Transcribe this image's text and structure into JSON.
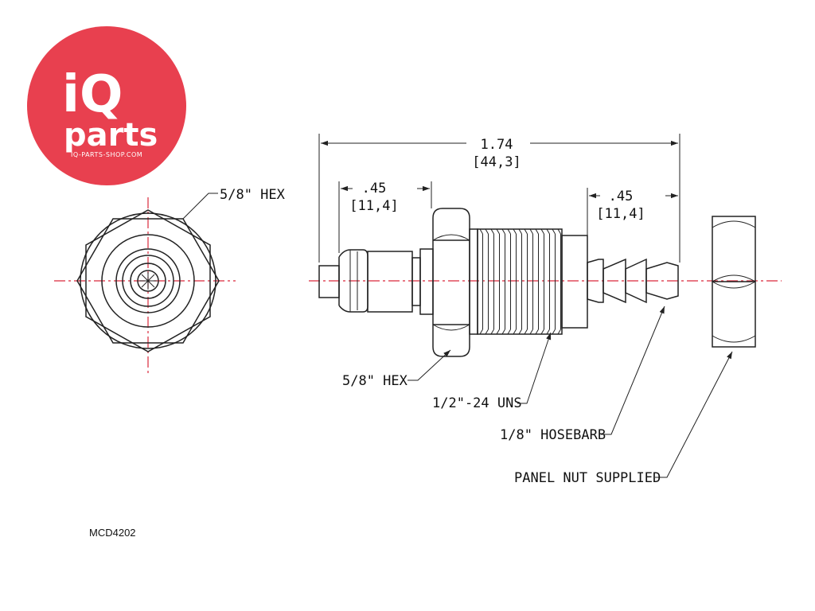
{
  "logo": {
    "brand_big": "iQ",
    "brand_word": "parts",
    "website": "IQ-PARTS-SHOP.COM",
    "color": "#e8404f"
  },
  "dimensions": {
    "overall": {
      "inch": "1.74",
      "mm": "[44,3]"
    },
    "left_plug": {
      "inch": ".45",
      "mm": "[11,4]"
    },
    "right_barb": {
      "inch": ".45",
      "mm": "[11,4]"
    }
  },
  "callouts": {
    "end_view_hex": "5/8\" HEX",
    "body_hex": "5/8\" HEX",
    "thread": "1/2\"-24 UNS",
    "hosebarb": "1/8\" HOSEBARB",
    "panel_nut": "PANEL NUT SUPPLIED"
  },
  "part_code": "MCD4202",
  "colors": {
    "centerline": "#d9283b",
    "line": "#222222"
  }
}
